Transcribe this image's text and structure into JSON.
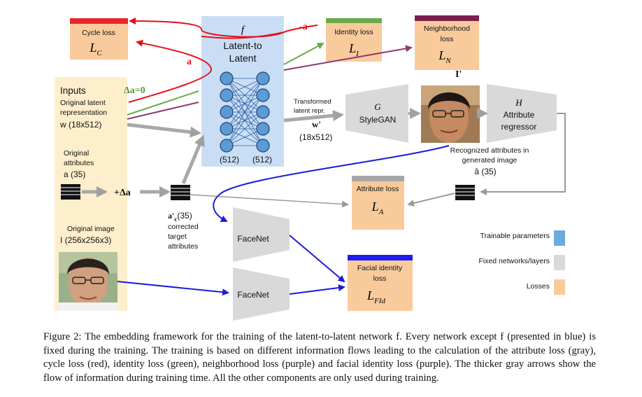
{
  "inputs": {
    "title": "Inputs",
    "latent_lines": [
      "Original latent",
      "representation"
    ],
    "latent_var": "w (18x512)",
    "attr_lines": [
      "Original",
      "attributes"
    ],
    "attr_var": "a (35)",
    "image_label": "Original image",
    "image_var": "I (256x256x3)"
  },
  "delta": {
    "zero": "Δa=0",
    "plus": "+Δa",
    "a": "a",
    "neg_a": "-a"
  },
  "latent_net": {
    "symbol": "f",
    "title_lines": [
      "Latent-to",
      "Latent"
    ],
    "in_dim": "(512)",
    "out_dim": "(512)"
  },
  "corrected": {
    "symbol": "a'",
    "subscript": "c",
    "dim": "(35)",
    "lines": [
      "corrected",
      "target",
      "attributes"
    ]
  },
  "transformed": {
    "lines": [
      "Transformed",
      "latent repr."
    ],
    "var": "w'",
    "dim": "(18x512)"
  },
  "stylegan": {
    "symbol": "G",
    "label": "StyleGAN"
  },
  "generated": {
    "label": "I'"
  },
  "regressor": {
    "symbol": "H",
    "lines": [
      "Attribute",
      "regressor"
    ]
  },
  "recognized": {
    "lines": [
      "Recognized attributes in",
      "generated image"
    ],
    "var": "â (35)"
  },
  "losses": {
    "cycle": {
      "lines": [
        "Cycle loss"
      ],
      "symbol": "L",
      "sub": "C",
      "bar": "#e8262b"
    },
    "identity": {
      "lines": [
        "Identity loss"
      ],
      "symbol": "L",
      "sub": "I",
      "bar": "#6aaa4a"
    },
    "neighborhood": {
      "lines": [
        "Neighborhood",
        "loss"
      ],
      "symbol": "L",
      "sub": "N",
      "bar": "#7a1f4e"
    },
    "attribute": {
      "lines": [
        "Attribute loss"
      ],
      "symbol": "L",
      "sub": "A",
      "bar": "#a6a6a6"
    },
    "facial": {
      "lines": [
        "Facial identity",
        "loss"
      ],
      "symbol": "L",
      "sub": "FId",
      "bar": "#1c1cf0"
    }
  },
  "facenet": {
    "top": "FaceNet",
    "bottom": "FaceNet"
  },
  "legend": [
    {
      "label": "Trainable parameters",
      "color": "#6fa8dc"
    },
    {
      "label": "Fixed networks/layers",
      "color": "#d9d9d9"
    },
    {
      "label": "Losses",
      "color": "#f9cb9c"
    }
  ],
  "colors": {
    "input_panel": "#fdefcc",
    "latent_net": "#c9def5",
    "loss_box": "#f9cb9c",
    "fixed": "#d9d9d9",
    "red": "#e8101a",
    "green": "#6aaa4a",
    "purple": "#8e3b6e",
    "blue": "#1c1cd8",
    "gray_arrow": "#a8a8a8"
  },
  "caption": {
    "text": "Figure 2: The embedding framework for the training of the latent-to-latent network f. Every network except f (presented in blue) is fixed during the training. The training is based on different information flows leading to the calculation of the attribute loss (gray), cycle loss (red), identity loss (green), neighborhood loss (purple) and facial identity loss (purple). The thicker gray arrows show the flow of information during training time. All the other components are only used during training."
  }
}
